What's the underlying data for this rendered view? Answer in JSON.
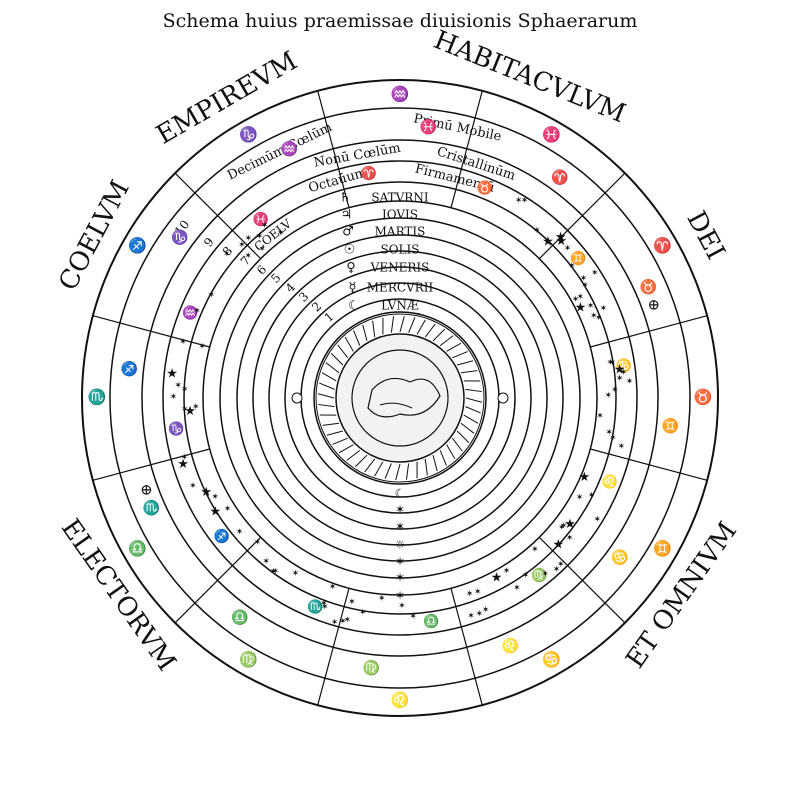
{
  "title": "Schema huius praemissae diuisionis Sphaerarum",
  "outer_words": [
    "COELVM",
    "EMPIREVM",
    "HABITACVLVM",
    "DEI",
    "ET OMNIVM",
    "ELECTORVM"
  ],
  "heavens": [
    "Primū Mobile",
    "Decimūm Cœlūm",
    "Nonū Cœlūm",
    "Cristallinūm",
    "Octaūum",
    "Firmamentū"
  ],
  "ring_numbers": [
    "10",
    "9",
    "8",
    "7",
    "6",
    "5",
    "4",
    "3",
    "2",
    "1"
  ],
  "coelu_label": "COELV",
  "planets": [
    {
      "name": "SATVRNI",
      "symbol": "♄"
    },
    {
      "name": "IOVIS",
      "symbol": "♃"
    },
    {
      "name": "MARTIS",
      "symbol": "♂"
    },
    {
      "name": "SOLIS",
      "symbol": "☉"
    },
    {
      "name": "VENERIS",
      "symbol": "♀"
    },
    {
      "name": "MERCVRII",
      "symbol": "☿"
    },
    {
      "name": "LVNÆ",
      "symbol": "☾"
    }
  ],
  "zodiac_symbols": [
    "♈",
    "♉",
    "♊",
    "♋",
    "♌",
    "♍",
    "♎",
    "♏",
    "♐",
    "♑",
    "♒",
    "♓"
  ],
  "glyphs": {
    "star": "★",
    "small_star": "✶",
    "earth": "⊕"
  },
  "colors": {
    "ink": "#111111",
    "background": "#ffffff",
    "earth_fill": "#f2f2f2"
  }
}
